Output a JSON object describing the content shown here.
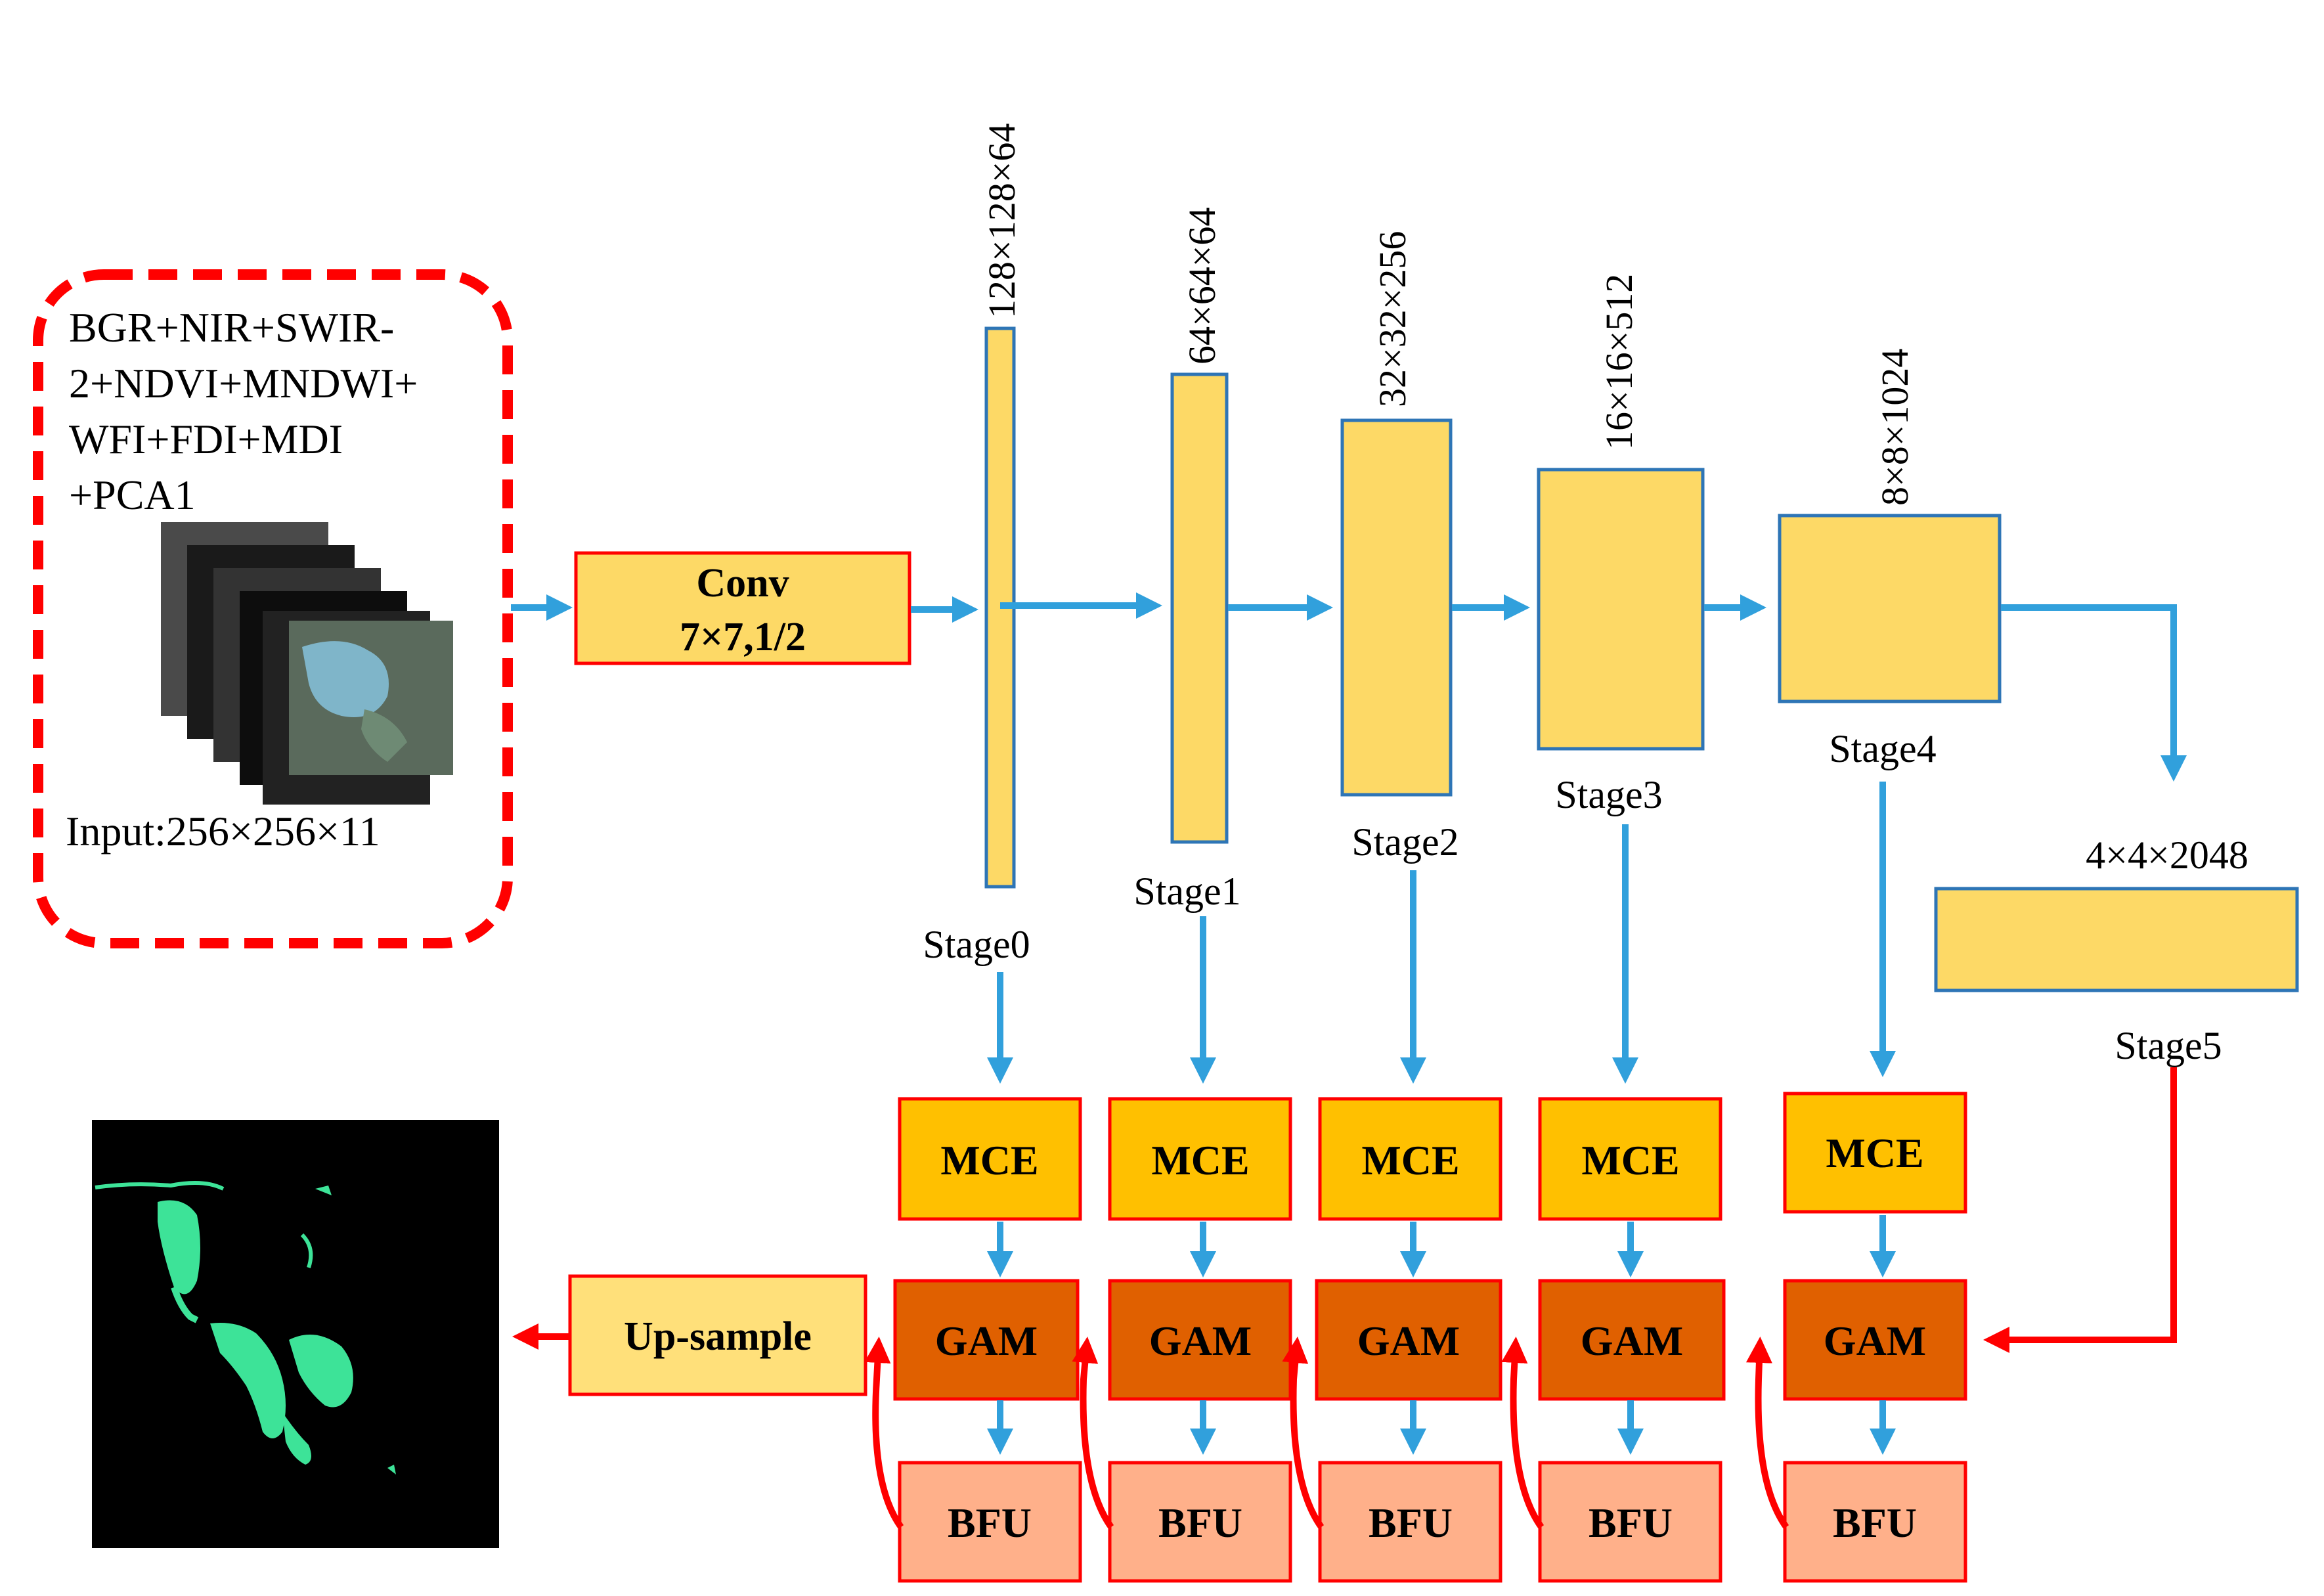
{
  "input": {
    "lines": [
      "BGR+NIR+SWIR-",
      "2+NDVI+MNDWI+",
      "WFI+FDI+MDI",
      "+PCA1"
    ],
    "size_label": "Input:256×256×11",
    "image_stack": "multispectral-band-stack-image"
  },
  "conv": {
    "line1": "Conv",
    "line2": "7×7,1/2"
  },
  "stages": [
    {
      "name": "Stage0",
      "dims": "128×128×64"
    },
    {
      "name": "Stage1",
      "dims": "64×64×64"
    },
    {
      "name": "Stage2",
      "dims": "32×32×256"
    },
    {
      "name": "Stage3",
      "dims": "16×16×512"
    },
    {
      "name": "Stage4",
      "dims": "8×8×1024"
    },
    {
      "name": "Stage5",
      "dims": "4×4×2048"
    }
  ],
  "modules": {
    "mce": "MCE",
    "gam": "GAM",
    "bfu": "BFU"
  },
  "upsample": "Up-sample",
  "output": {
    "image": "water-segmentation-mask-image"
  },
  "colors": {
    "stage_fill": "#fdd966",
    "stage_stroke": "#2e75b6",
    "blue_arrow": "#31a0dc",
    "red_arrow": "#ff0000",
    "input_border": "#ff0000",
    "mce_fill": "#ffc000",
    "gam_fill": "#e06000",
    "bfu_fill": "#ffb08a",
    "upsample_fill": "#ffe07a",
    "module_stroke": "#ff0000",
    "mask_water": "#3de398"
  }
}
